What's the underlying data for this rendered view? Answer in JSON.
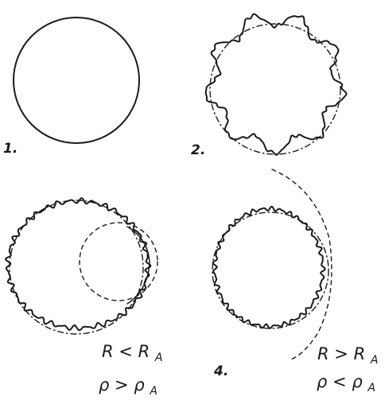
{
  "panels": [
    {
      "number": "1.",
      "shape": "plain-circle"
    },
    {
      "number": "2.",
      "shape": "wavy-circle-over-dash-dot-circle"
    },
    {
      "number": "",
      "shape": "wavy-circle-with-inner-dashed-circle",
      "relation_lines": [
        {
          "a": "R",
          "op": "<",
          "b": "R",
          "b_sub": "A"
        },
        {
          "a": "ρ",
          "op": ">",
          "b": "ρ",
          "b_sub": "A"
        }
      ]
    },
    {
      "number": "4.",
      "shape": "wavy-circle-with-outer-dashed-arc",
      "relation_lines": [
        {
          "a": "R",
          "op": ">",
          "b": "R",
          "b_sub": "A"
        },
        {
          "a": "ρ",
          "op": "<",
          "b": "ρ",
          "b_sub": "A"
        }
      ]
    }
  ]
}
